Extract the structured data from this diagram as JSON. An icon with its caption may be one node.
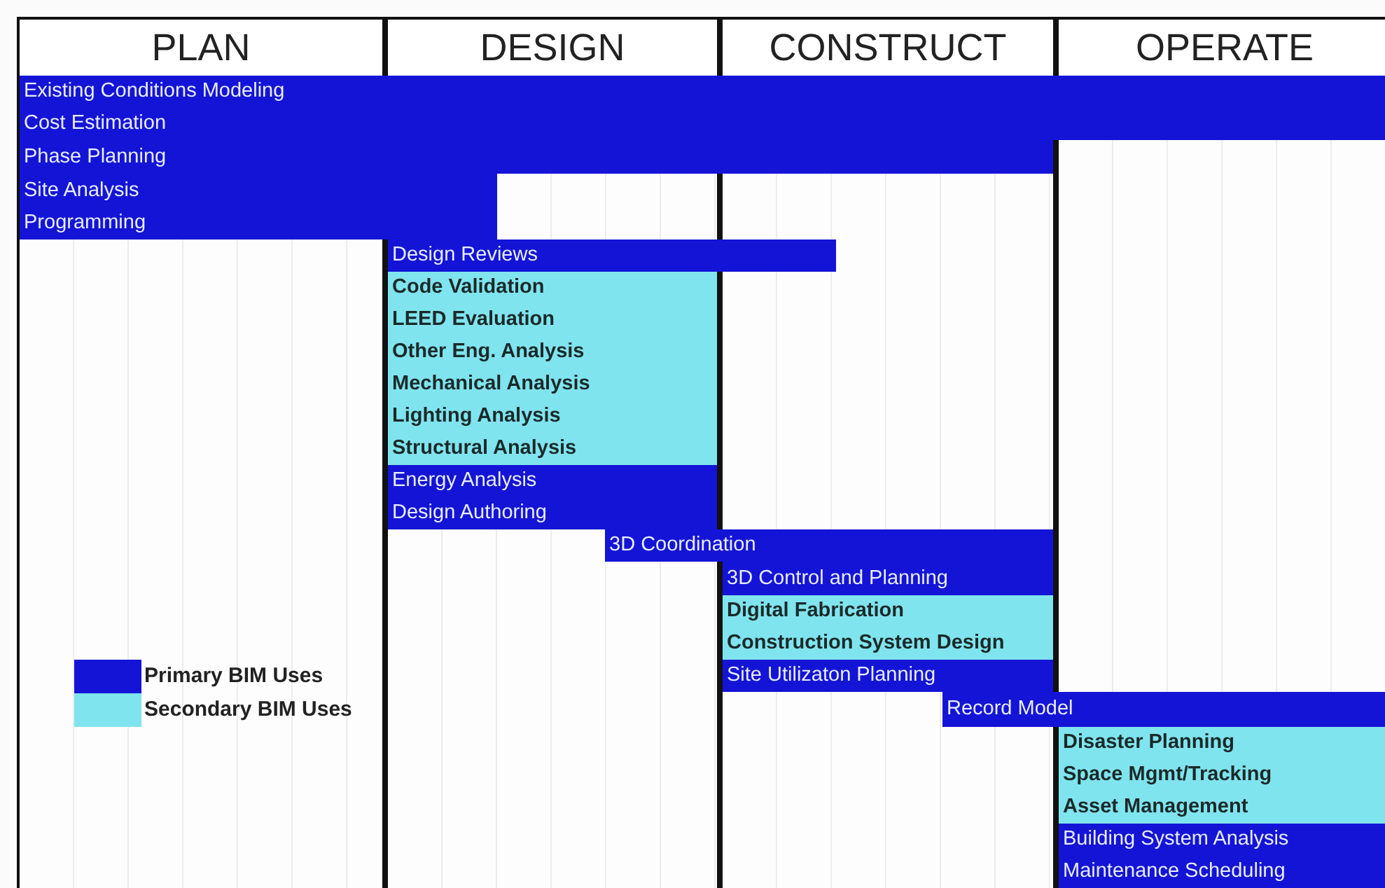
{
  "diagram": {
    "nodes": [
      {
        "text": [
          "PLAN"
        ]
      },
      {
        "text": [
          "DESIGN"
        ]
      },
      {
        "text": [
          "CONSTRUCT"
        ]
      },
      {
        "text": [
          "OPERATE"
        ]
      },
      {
        "text": [
          "Existing Conditions Modeling"
        ]
      },
      {
        "text": [
          "Cost Estimation"
        ]
      },
      {
        "text": [
          "Phase Planning"
        ]
      },
      {
        "text": [
          "Site Analysis"
        ]
      },
      {
        "text": [
          "Programming"
        ]
      },
      {
        "text": [
          "Design Reviews"
        ]
      },
      {
        "text": [
          "Code Validation"
        ],
        "in": 1
      },
      {
        "text": [
          "LEED Evaluation"
        ],
        "in": 1
      },
      {
        "text": [
          "Other Eng. Analysis"
        ],
        "in": 1
      },
      {
        "text": [
          "Mechanical Analysis"
        ],
        "in": 1
      },
      {
        "text": [
          "Lighting Analysis"
        ],
        "in": 1
      },
      {
        "text": [
          "Structural Analysis"
        ],
        "in": 1
      },
      {
        "text": [
          "Energy Analysis"
        ],
        "in": 1
      },
      {
        "text": [
          "Design Authoring"
        ],
        "in": 1
      },
      {
        "text": [
          "3D Coordination"
        ]
      },
      {
        "text": [
          "3D Control and Planning"
        ],
        "in": 2
      },
      {
        "text": [
          "Digital Fabrication"
        ],
        "in": 2
      },
      {
        "text": [
          "Construction System Design"
        ],
        "in": 2
      },
      {
        "text": [
          "Site Utilizaton Planning"
        ],
        "in": 2
      },
      {
        "text": [
          "Record Model"
        ]
      },
      {
        "text": [
          "Disaster Planning"
        ],
        "in": 3
      },
      {
        "text": [
          "Space Mgmt/Tracking"
        ],
        "in": 3
      },
      {
        "text": [
          "Asset Management"
        ],
        "in": 3
      },
      {
        "text": [
          "Building System Analysis"
        ],
        "in": 3
      },
      {
        "text": [
          "Maintenance Scheduling"
        ],
        "in": 3
      }
    ],
    "legend": [
      {
        "text": "Primary BIM Uses",
        "color": "#1414d6"
      },
      {
        "text": "Secondary BIM Uses",
        "color": "#80e4ee"
      }
    ]
  }
}
